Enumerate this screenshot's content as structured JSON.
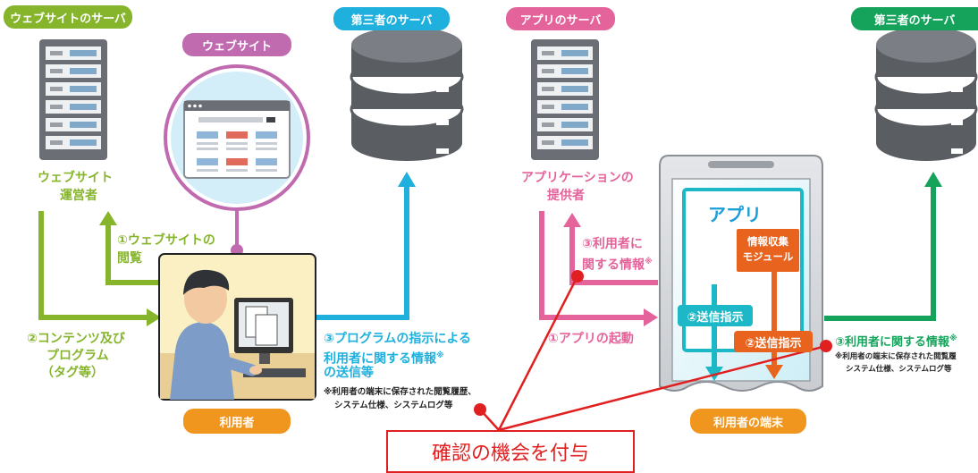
{
  "left": {
    "website_server_pill": "ウェブサイトのサーバ",
    "website_pill": "ウェブサイト",
    "third_party_server_pill": "第三者のサーバ",
    "operator_label_1": "ウェブサイト",
    "operator_label_2": "運営者",
    "step1_line1": "①ウェブサイトの",
    "step1_line2": "閲覧",
    "step2_line1": "②コンテンツ及び",
    "step2_line2": "プログラム",
    "step2_line3": "（タグ等）",
    "step3_line1": "③プログラムの指示による",
    "step3_line2": "利用者に関する情報",
    "step3_mark": "※",
    "step3_line3": "の送信等",
    "note_line1": "※利用者の端末に保存された閲覧履歴、",
    "note_line2": "システム仕様、システムログ等",
    "user_pill": "利用者"
  },
  "right": {
    "app_server_pill": "アプリのサーバ",
    "third_party_server_pill": "第三者のサーバ",
    "provider_label_1": "アプリケーションの",
    "provider_label_2": "提供者",
    "step3_pink_line1": "③利用者に",
    "step3_pink_line2": "関する情報",
    "step3_pink_mark": "※",
    "step1_launch": "①アプリの起動",
    "app_title": "アプリ",
    "module_line1": "情報収集",
    "module_line2": "モジュール",
    "send_instruction_left": "②送信指示",
    "send_instruction_right": "②送信指示",
    "step3_green": "③利用者に関する情報",
    "step3_green_mark": "※",
    "note_line1": "※利用者の端末に保存された閲覧履",
    "note_line2": "システム仕様、システムログ等",
    "device_pill": "利用者の端末"
  },
  "callout": {
    "text": "確認の機会を付与"
  },
  "colors": {
    "green": "#86b52c",
    "purple": "#c06bb0",
    "blue": "#1fb0dd",
    "orange": "#f0961e",
    "pink": "#e3639a",
    "dark_green": "#15a35c",
    "module_orange": "#e8641e",
    "teal": "#1cb8c8",
    "red": "#e02020"
  }
}
